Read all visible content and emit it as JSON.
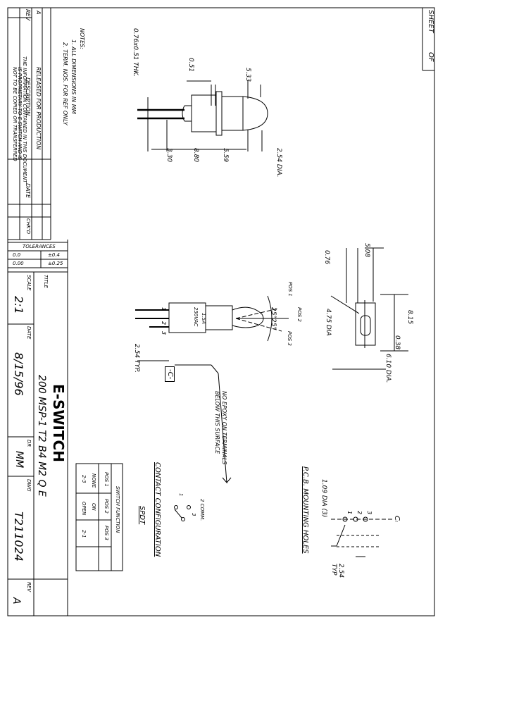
{
  "title_block": {
    "sheet_label": "SHEET",
    "of_label": "OF",
    "rev_header": "REV",
    "description_header": "DESCRIPTION",
    "date_header": "DATE",
    "chkd_header": "CHK'D",
    "rev_letter": "A",
    "rev_description": "RELEASED FOR PRODUCTION",
    "confidential": [
      "THE INFORMATION CONTAINED IN THIS DOCUMENT",
      "IS PROPRIETARY TO E-SWITCH AND IS",
      "NOT TO BE COPIED OR TRANSFERRED"
    ],
    "tolerances_header": "TOLERANCES",
    "tol_rows": [
      {
        "format": "0.0",
        "value": "±0.4"
      },
      {
        "format": "0.00",
        "value": "±0.25"
      }
    ],
    "title_label": "TITLE",
    "part_number": "200 MSP-1 T2 B4 M2 Q E",
    "company": "E-SWITCH",
    "scale_label": "SCALE",
    "scale": "2:1",
    "date_label": "DATE",
    "date": "8/15/96",
    "dr_label": "DR",
    "drawn_by": "MM",
    "dwg_label": "DWG",
    "dwg_number": "T211024",
    "rev_label": "REV",
    "rev": "A"
  },
  "notes": {
    "header": "NOTES:",
    "items": [
      "1. ALL DIMENSIONS IN MM",
      "2. TERM. NOS. FOR REF ONLY"
    ]
  },
  "side_view": {
    "dims": {
      "thk": "0.76x0.51 THK.",
      "d051": "0.51",
      "d533": "5.33",
      "d330": "3.30",
      "d880": "8.80",
      "d559": "5.59",
      "d254dia": "2.54 DIA."
    }
  },
  "top_view": {
    "dims": {
      "d076": "0.76",
      "d508": "5.08",
      "d475": "4.75 DIA",
      "d815": "8.15",
      "d038": "0.38",
      "d610": "6.10 DIA."
    }
  },
  "front_view": {
    "rating": [
      "1.5A",
      "250VAC"
    ],
    "pos1": "POS 1",
    "pos2": "POS 2",
    "pos3": "POS 3",
    "angle": "25°",
    "angle2": "25°",
    "terms": [
      "1",
      "2",
      "3"
    ],
    "typ": "2.54 TYP.",
    "datum": "-C-",
    "epoxy_note": [
      "NO EPOXY ON TERMINALS",
      "BELOW THIS SURFACE"
    ]
  },
  "pcb": {
    "title": "P.C.B. MOUNTING HOLES",
    "holes": "1.09 DIA (3)",
    "typ_val": "2.54",
    "typ": "TYP",
    "cl": "Cₗ",
    "terms": [
      "1",
      "2",
      "3"
    ]
  },
  "contact": {
    "title": "CONTACT CONFIGURATION",
    "type": "SPDT",
    "comm": "2 COMM.",
    "t1": "1",
    "t3": "3"
  },
  "switch_function": {
    "header": "SWITCH FUNCTION",
    "columns": [
      "POS 1",
      "POS 2",
      "POS 3"
    ],
    "rows": [
      [
        "NONE",
        "ON"
      ],
      [
        "2-3",
        "OPEN",
        "2-1"
      ]
    ]
  }
}
